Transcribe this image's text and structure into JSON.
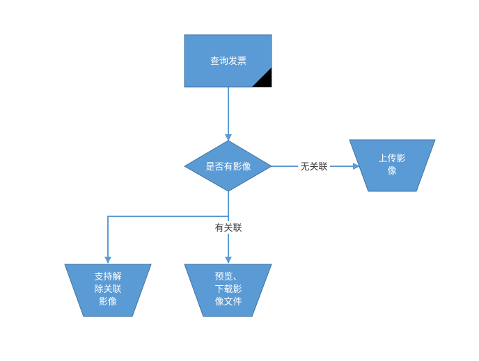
{
  "colors": {
    "node_fill": "#5b9bd5",
    "node_stroke": "#41719c",
    "edge": "#5b9bd5",
    "corner_mark": "#000000",
    "label_text": "#3a3a3a",
    "node_text": "#ffffff"
  },
  "nodes": {
    "query_invoice": {
      "label": "查询发票"
    },
    "has_image_decision": {
      "label": "是否有影像"
    },
    "upload_image": {
      "line1": "上传影",
      "line2": "像"
    },
    "unlink_image": {
      "line1": "支持解",
      "line2": "除关联",
      "line3": "影像"
    },
    "preview_download": {
      "line1": "预览、",
      "line2": "下载影",
      "line3": "像文件"
    }
  },
  "edges": {
    "no_link_label": "无关联",
    "has_link_label": "有关联"
  }
}
